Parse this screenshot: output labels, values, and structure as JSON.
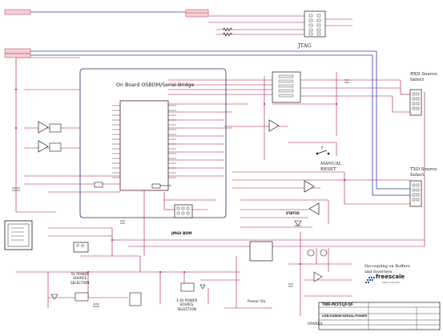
{
  "titles": {
    "bridge": "On Board OSBDM/Serial Bridge",
    "jtag": "JTAG",
    "rxd": "RXD Source\nSelect",
    "txd": "TXD Source\nSelect",
    "manual_reset": "MANUAL\nRESET",
    "jm60_bdm": "JM60 BDM",
    "status": "STATUS",
    "power_5v": "5V POWER\nSOURCE\nSELECTION",
    "power_3v": "3.3V POWER\nSOURCE\nSELECTION",
    "power_on": "Power On",
    "decoupling": "Decoupling on Buffers\nand Inverters",
    "spares": "SPARES"
  },
  "logo": {
    "brand": "freescale",
    "sub": "semiconductor"
  },
  "title_block": {
    "title": "TWR-MCF51JF/QF",
    "sheet": "USB/OSBDM/SERIAL/POWER"
  },
  "colors": {
    "wire": "#b0103a",
    "bus": "#3030a0",
    "component": "#1a1a1a",
    "net_label": "#b01010",
    "background": "#ffffff"
  }
}
